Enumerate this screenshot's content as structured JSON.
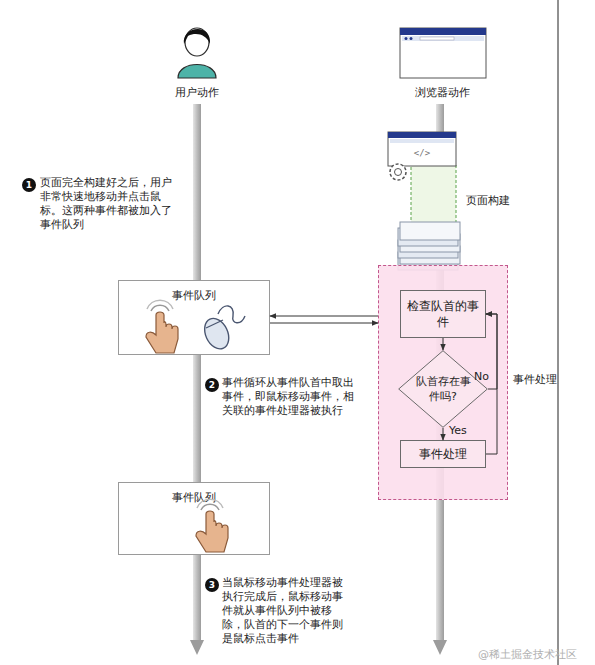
{
  "diagram": {
    "nodes": [
      {
        "text": [
          "事件队列"
        ]
      },
      {
        "text": [
          "事件处理"
        ]
      },
      {
        "text": [
          "检查队首的事件"
        ],
        "in": 1
      },
      {
        "text": [
          "队首存在事件吗?"
        ],
        "in": 1
      },
      {
        "text": [
          "事件处理"
        ],
        "in": 1
      },
      {
        "text": [
          "事件队列"
        ]
      }
    ],
    "edges": [
      {
        "from": 0,
        "to": 1,
        "arrow": "to"
      },
      {
        "from": 1,
        "to": 0,
        "arrow": "to"
      },
      {
        "from": 2,
        "to": 3,
        "arrow": "to"
      },
      {
        "from": 3,
        "to": 4,
        "label": "Yes",
        "arrow": "to"
      },
      {
        "from": 3,
        "to": 2,
        "label": "No",
        "arrow": "to"
      },
      {
        "from": 4,
        "to": 2,
        "arrow": "to"
      }
    ],
    "labels": [
      "用户动作",
      "浏览器动作",
      "1",
      "页面完全构建好之后，用户非常快速地移动并点击鼠标。这两种事件都被加入了事件队列",
      "页面构建",
      "</>",
      "2",
      "事件循环从事件队首中取出事件，即鼠标移动事件，相关联的事件处理器被执行",
      "3",
      "当鼠标移动事件处理器被执行完成后，鼠标移动事件就从事件队列中被移除，队首的下一个事件则是鼠标点击事件",
      "@稀土掘金技术社区"
    ]
  }
}
